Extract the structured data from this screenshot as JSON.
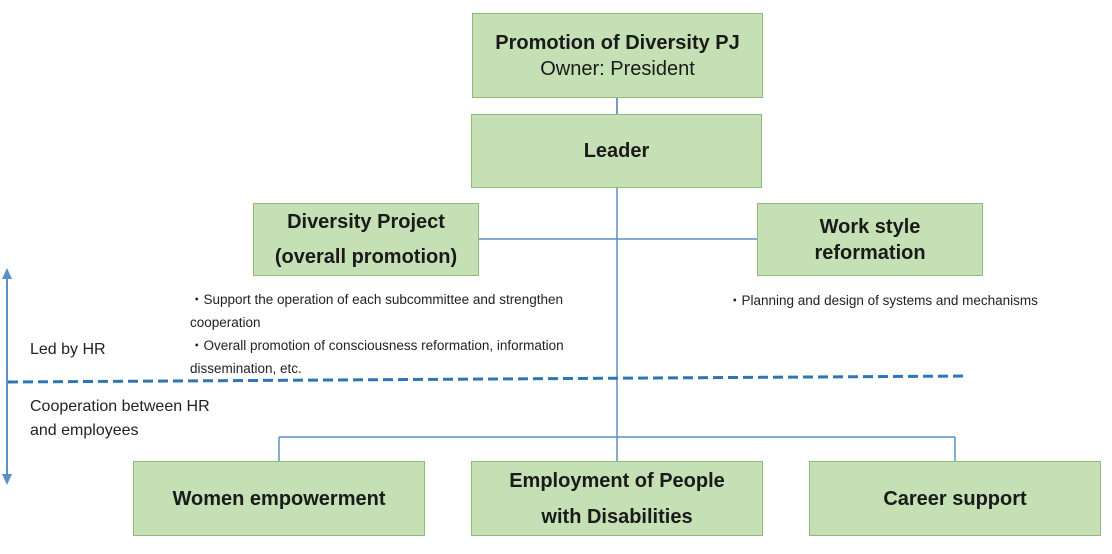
{
  "top": {
    "title": "Promotion of Diversity PJ",
    "owner": "Owner: President"
  },
  "leader": {
    "label": "Leader"
  },
  "diversity": {
    "line1": "Diversity Project",
    "line2": "(overall promotion)"
  },
  "workstyle": {
    "line1": "Work style",
    "line2": "reformation"
  },
  "notes_left": {
    "item1_a": "・Support the operation of each subcommittee and strengthen",
    "item1_b": "cooperation",
    "item2_a": "・Overall promotion of  consciousness reformation, information",
    "item2_b": "dissemination, etc."
  },
  "notes_right": {
    "item1": "・Planning and design of systems and mechanisms"
  },
  "side": {
    "led_by_hr": "Led by HR",
    "coop_a": "Cooperation between HR",
    "coop_b": "and employees"
  },
  "bottom": {
    "women": "Women empowerment",
    "disab_a": "Employment of People",
    "disab_b": "with Disabilities",
    "career": "Career support"
  },
  "colors": {
    "box_fill": "#c5e0b4",
    "box_border": "#8fb97a",
    "connector": "#5b8fc7",
    "divider": "#2e75b6"
  }
}
